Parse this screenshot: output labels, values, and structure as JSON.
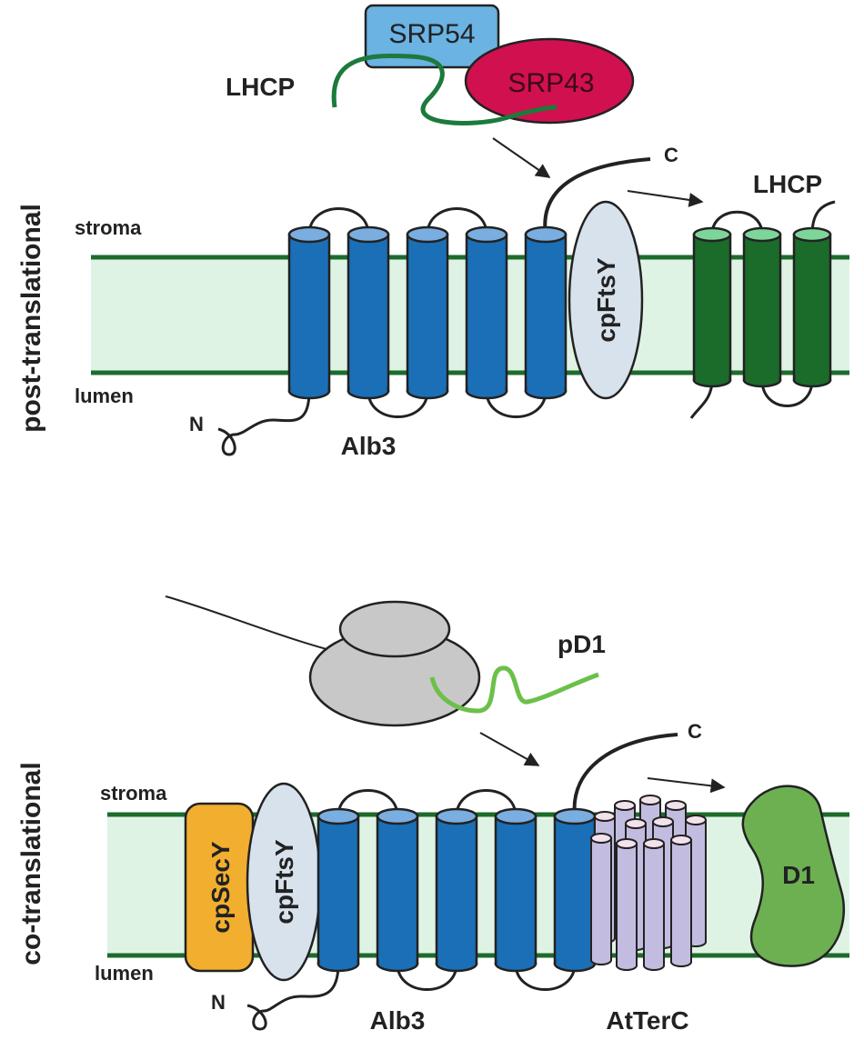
{
  "post": {
    "panel_title": "post-translational",
    "stroma": "stroma",
    "lumen": "lumen",
    "srp54": "SRP54",
    "srp43": "SRP43",
    "lhcp_free": "LHCP",
    "c_term": "C",
    "lhcp_inserted": "LHCP",
    "cpftsy": "cpFtsY",
    "n_term": "N",
    "alb3": "Alb3"
  },
  "co": {
    "panel_title": "co-translational",
    "stroma": "stroma",
    "lumen": "lumen",
    "pd1": "pD1",
    "c_term": "C",
    "cpsecy": "cpSecY",
    "cpftsy": "cpFtsY",
    "d1": "D1",
    "n_term": "N",
    "alb3": "Alb3",
    "atterc": "AtTerC"
  },
  "colors": {
    "membrane_fill": "#dff3e4",
    "membrane_line": "#1d6b2c",
    "alb3_blue": "#1b6fb6",
    "helix_top": "#7aaee0",
    "lhcp_green": "#1b6b2b",
    "lhcp_top": "#7ed59a",
    "srp54": "#6ab3e3",
    "srp43": "#d1104f",
    "cpftsy": "#d8e2ec",
    "cpsecy": "#f2ae2e",
    "atterc": "#c2bde0",
    "d1": "#6db052",
    "ribosome": "#c8c8c8",
    "pd1_chain": "#6cc04a",
    "lhcp_chain": "#1c7a3c"
  }
}
